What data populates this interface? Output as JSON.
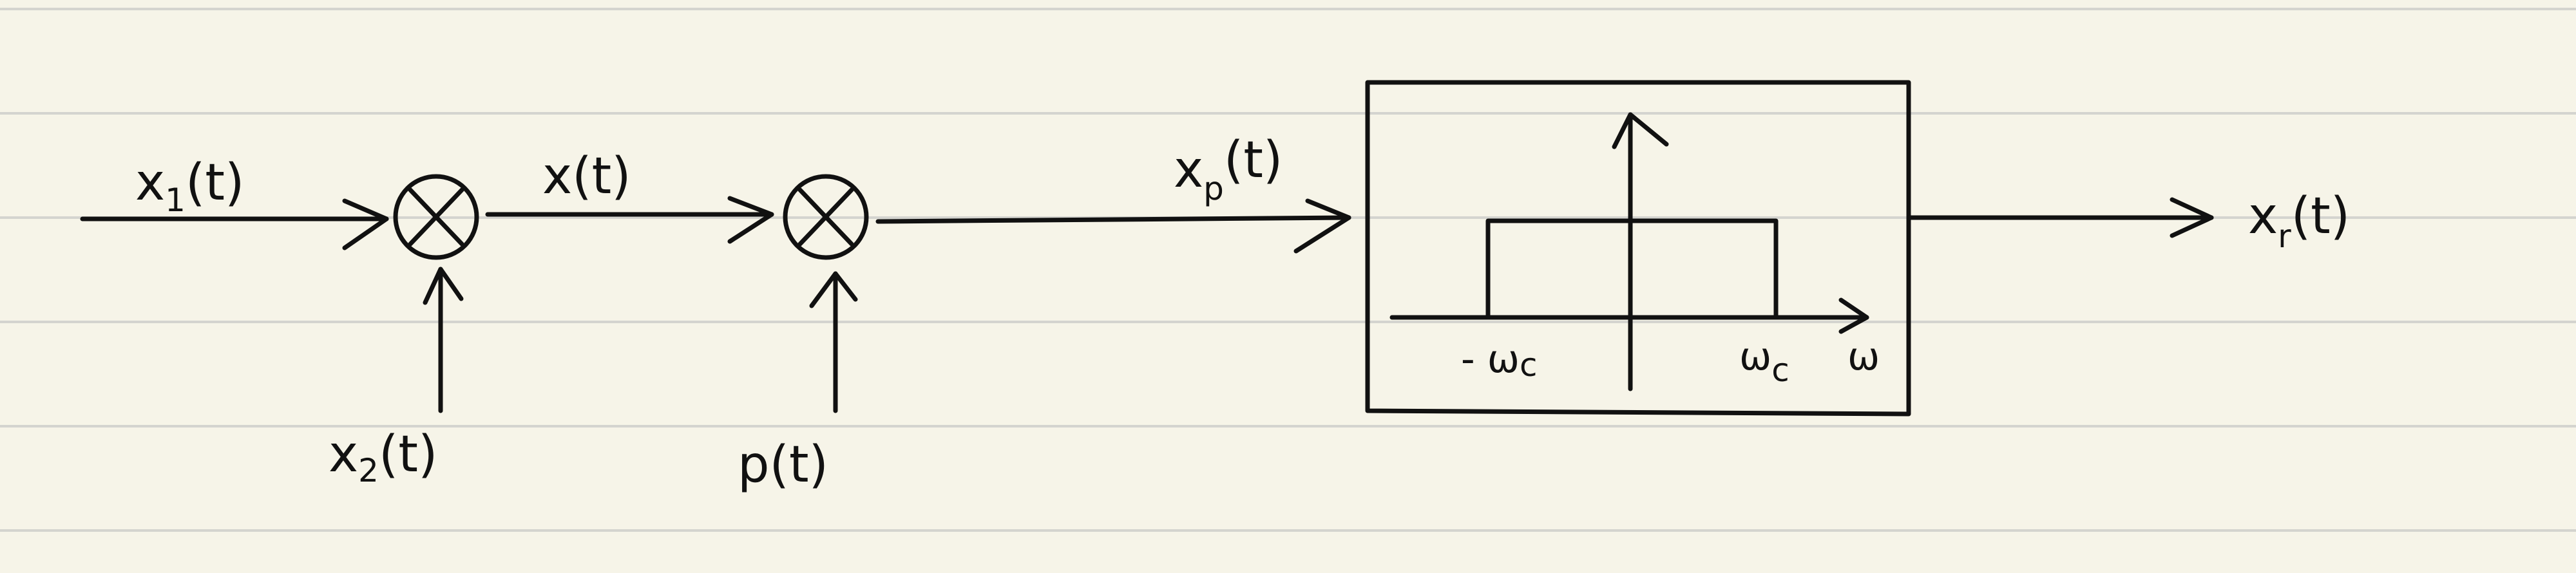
{
  "colors": {
    "paper": "#f6f4e8",
    "rule_line": "#d4d4cf",
    "ink": "#111111"
  },
  "signals": {
    "x1": {
      "main": "x",
      "sub": "1",
      "arg": "(t)"
    },
    "x2": {
      "main": "x",
      "sub": "2",
      "arg": "(t)"
    },
    "x": {
      "text": "x(t)"
    },
    "p": {
      "text": "p(t)"
    },
    "xp": {
      "main": "x",
      "sub": "p",
      "arg": "(t)"
    },
    "xr": {
      "main": "x",
      "sub": "r",
      "arg": "(t)"
    }
  },
  "filter": {
    "neg_cutoff": "- ω",
    "neg_cutoff_sub": "c",
    "pos_cutoff": "ω",
    "pos_cutoff_sub": "c",
    "freq_axis": "ω"
  }
}
